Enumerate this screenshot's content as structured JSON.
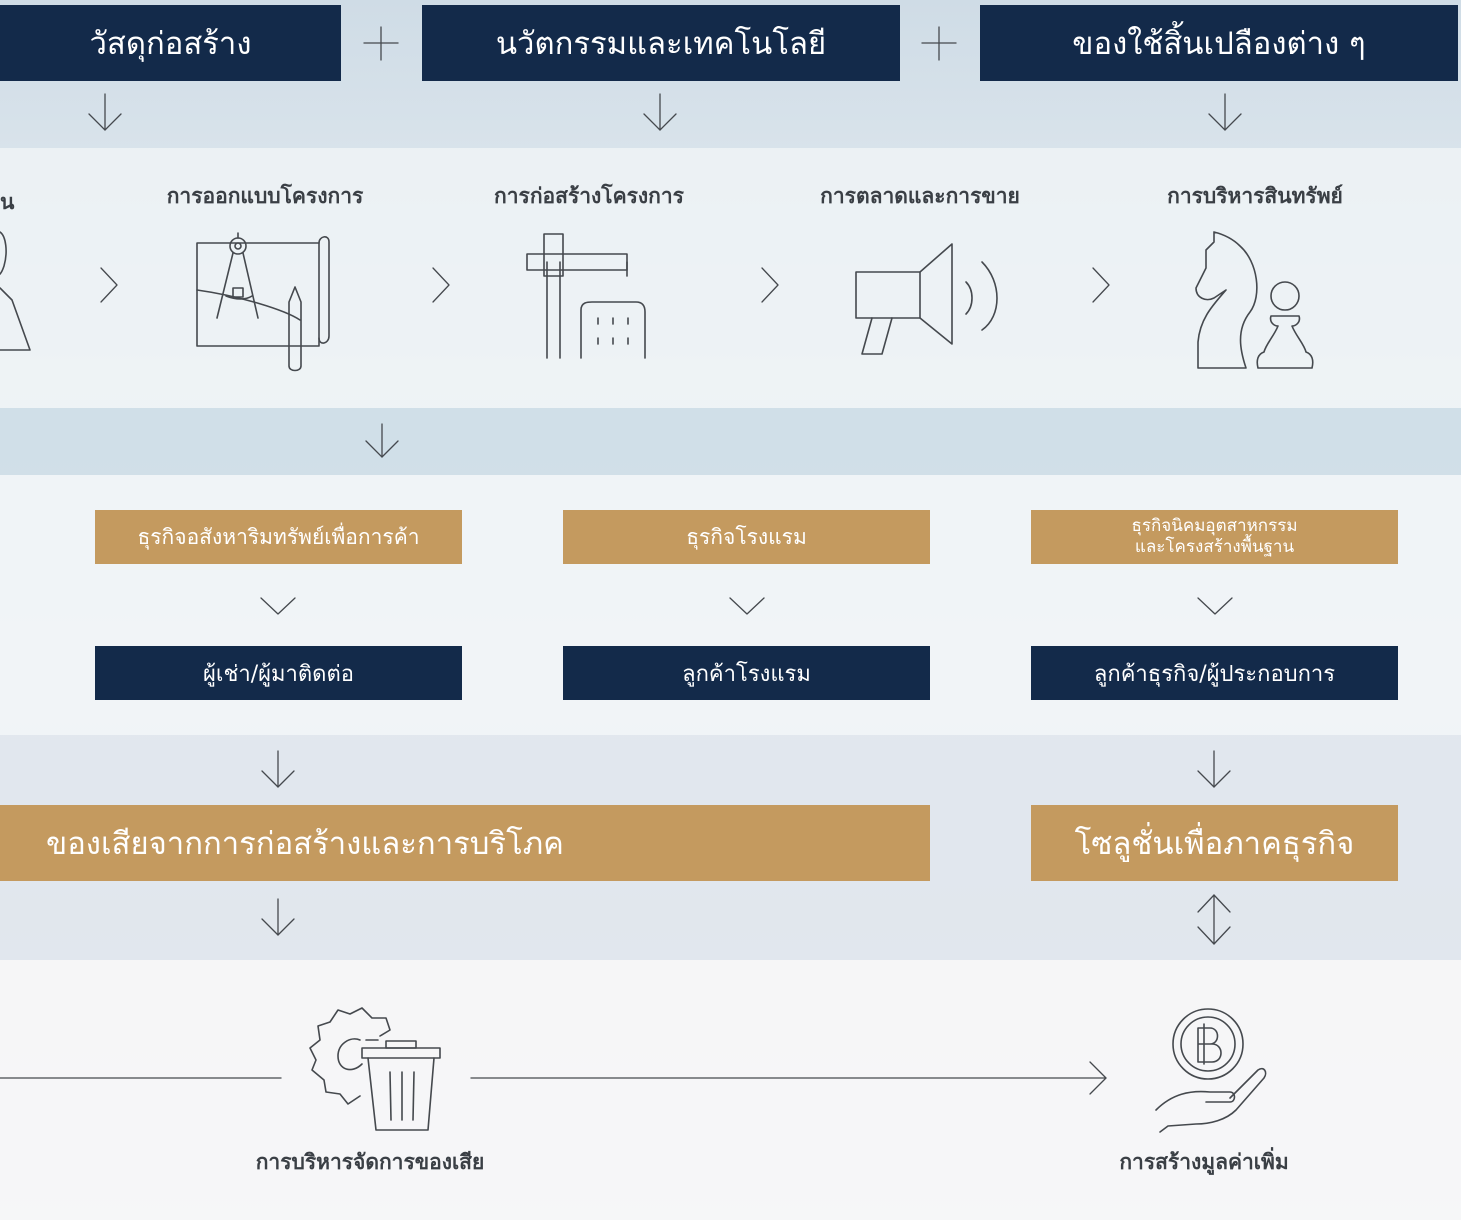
{
  "inputs": [
    {
      "label": "วัสดุก่อสร้าง"
    },
    {
      "label": "นวัตกรรมและเทคโนโลยี"
    },
    {
      "label": "ของใช้สิ้นเปลืองต่าง ๆ"
    }
  ],
  "stages": [
    {
      "label": "น",
      "icon": "person-icon"
    },
    {
      "label": "การออกแบบโครงการ",
      "icon": "blueprint-compass-icon"
    },
    {
      "label": "การก่อสร้างโครงการ",
      "icon": "crane-building-icon"
    },
    {
      "label": "การตลาดและการขาย",
      "icon": "megaphone-icon"
    },
    {
      "label": "การบริหารสินทรัพย์",
      "icon": "chess-pieces-icon"
    }
  ],
  "businesses": [
    {
      "label": "ธุรกิจอสังหาริมทรัพย์เพื่อการค้า"
    },
    {
      "label": "ธุรกิจโรงแรม"
    },
    {
      "line1": "ธุรกิจนิคมอุตสาหกรรม",
      "line2": "และโครงสร้างพื้นฐาน"
    }
  ],
  "customers": [
    {
      "label": "ผู้เช่า/ผู้มาติดต่อ"
    },
    {
      "label": "ลูกค้าโรงแรม"
    },
    {
      "label": "ลูกค้าธุรกิจ/ผู้ประกอบการ"
    }
  ],
  "outputs": {
    "waste": "ของเสียจากการก่อสร้างและการบริโภค",
    "solutions": "โซลูชั่นเพื่อภาคธุรกิจ"
  },
  "results": {
    "waste_management": "การบริหารจัดการของเสีย",
    "value_creation": "การสร้างมูลค่าเพิ่ม",
    "waste_icon": "gear-trash-icon",
    "value_icon": "baht-coin-hand-icon"
  },
  "colors": {
    "navy": "#132a4a",
    "gold": "#c49a5f",
    "line": "#45494e"
  }
}
